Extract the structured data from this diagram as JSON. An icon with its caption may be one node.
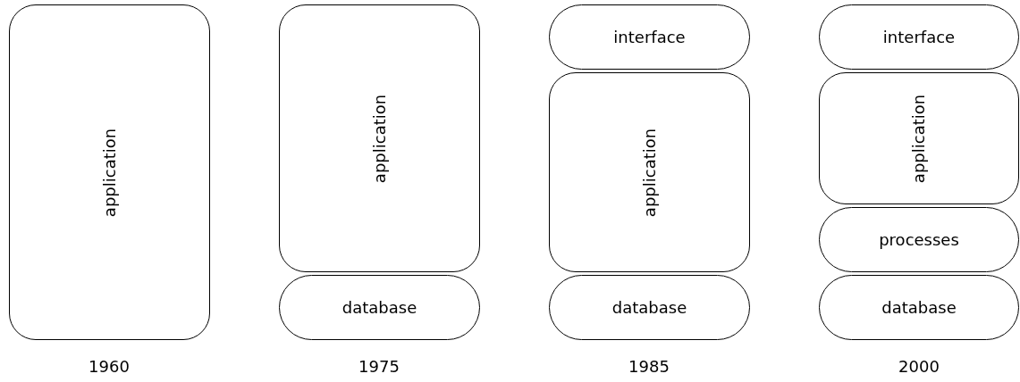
{
  "diagram": {
    "nodes": [
      {
        "text": [
          "application"
        ]
      },
      {
        "text": [
          "application"
        ]
      },
      {
        "text": [
          "database"
        ]
      },
      {
        "text": [
          "interface"
        ]
      },
      {
        "text": [
          "application"
        ]
      },
      {
        "text": [
          "database"
        ]
      },
      {
        "text": [
          "interface"
        ]
      },
      {
        "text": [
          "application"
        ]
      },
      {
        "text": [
          "processes"
        ]
      },
      {
        "text": [
          "database"
        ]
      }
    ],
    "labels": [
      "1960",
      "1975",
      "1985",
      "2000"
    ]
  }
}
